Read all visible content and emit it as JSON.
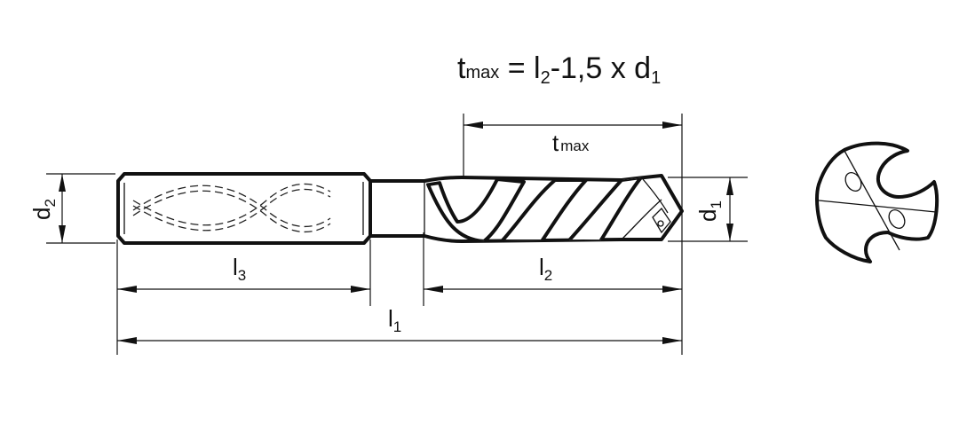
{
  "formula": {
    "t": "t",
    "t_sub": "max",
    "eq": " = l",
    "l_sub": "2",
    "rest": "-1,5 x d",
    "d_sub": "1"
  },
  "dimensions": {
    "tmax": {
      "main": "t",
      "sub": "max"
    },
    "d1": {
      "main": "d",
      "sub": "1"
    },
    "d2": {
      "main": "d",
      "sub": "2"
    },
    "l1": {
      "main": "l",
      "sub": "1"
    },
    "l2": {
      "main": "l",
      "sub": "2"
    },
    "l3": {
      "main": "l",
      "sub": "3"
    }
  }
}
